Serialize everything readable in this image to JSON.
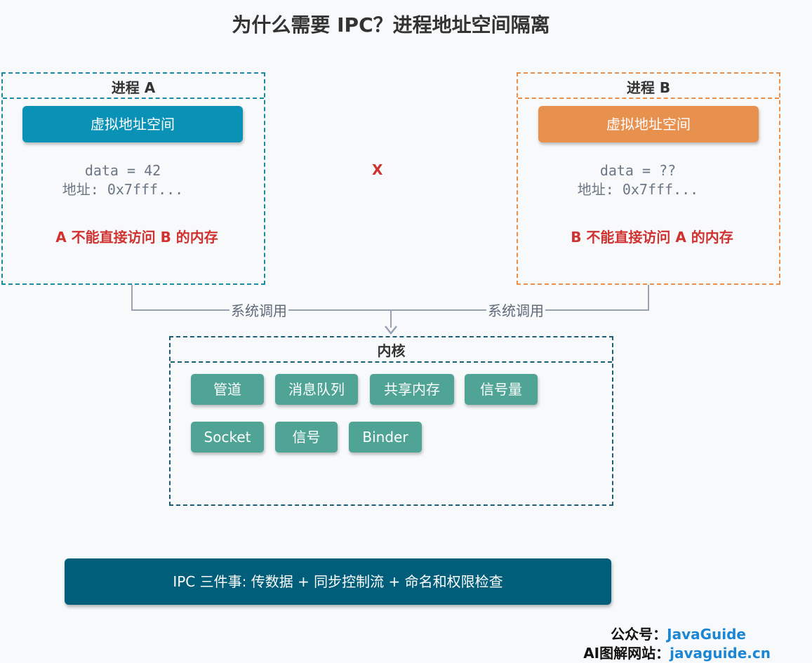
{
  "title": "为什么需要 IPC？进程地址空间隔离",
  "process_a": {
    "label": "进程 A",
    "space_label": "虚拟地址空间",
    "data_line": "data = 42",
    "addr_line": "地址: 0x7fff...",
    "warning": "A 不能直接访问 B 的内存",
    "color": "#0a91b6",
    "border_color": "#1c8aa6"
  },
  "process_b": {
    "label": "进程 B",
    "space_label": "虚拟地址空间",
    "data_line": "data = ??",
    "addr_line": "地址: 0x7fff...",
    "warning": "B 不能直接访问 A 的内存",
    "color": "#e8914f",
    "border_color": "#e8914f"
  },
  "cross_mark": "X",
  "syscall_left": "系统调用",
  "syscall_right": "系统调用",
  "kernel": {
    "label": "内核",
    "border_color": "#1b5e77",
    "mechanisms": [
      "管道",
      "消息队列",
      "共享内存",
      "信号量",
      "Socket",
      "信号",
      "Binder"
    ]
  },
  "summary": "IPC 三件事: 传数据 + 同步控制流 + 命名和权限检查",
  "footer": {
    "line1_label": "公众号：",
    "line1_value": "JavaGuide",
    "line2_label": "AI图解网站：",
    "line2_value": "javaguide.cn"
  }
}
